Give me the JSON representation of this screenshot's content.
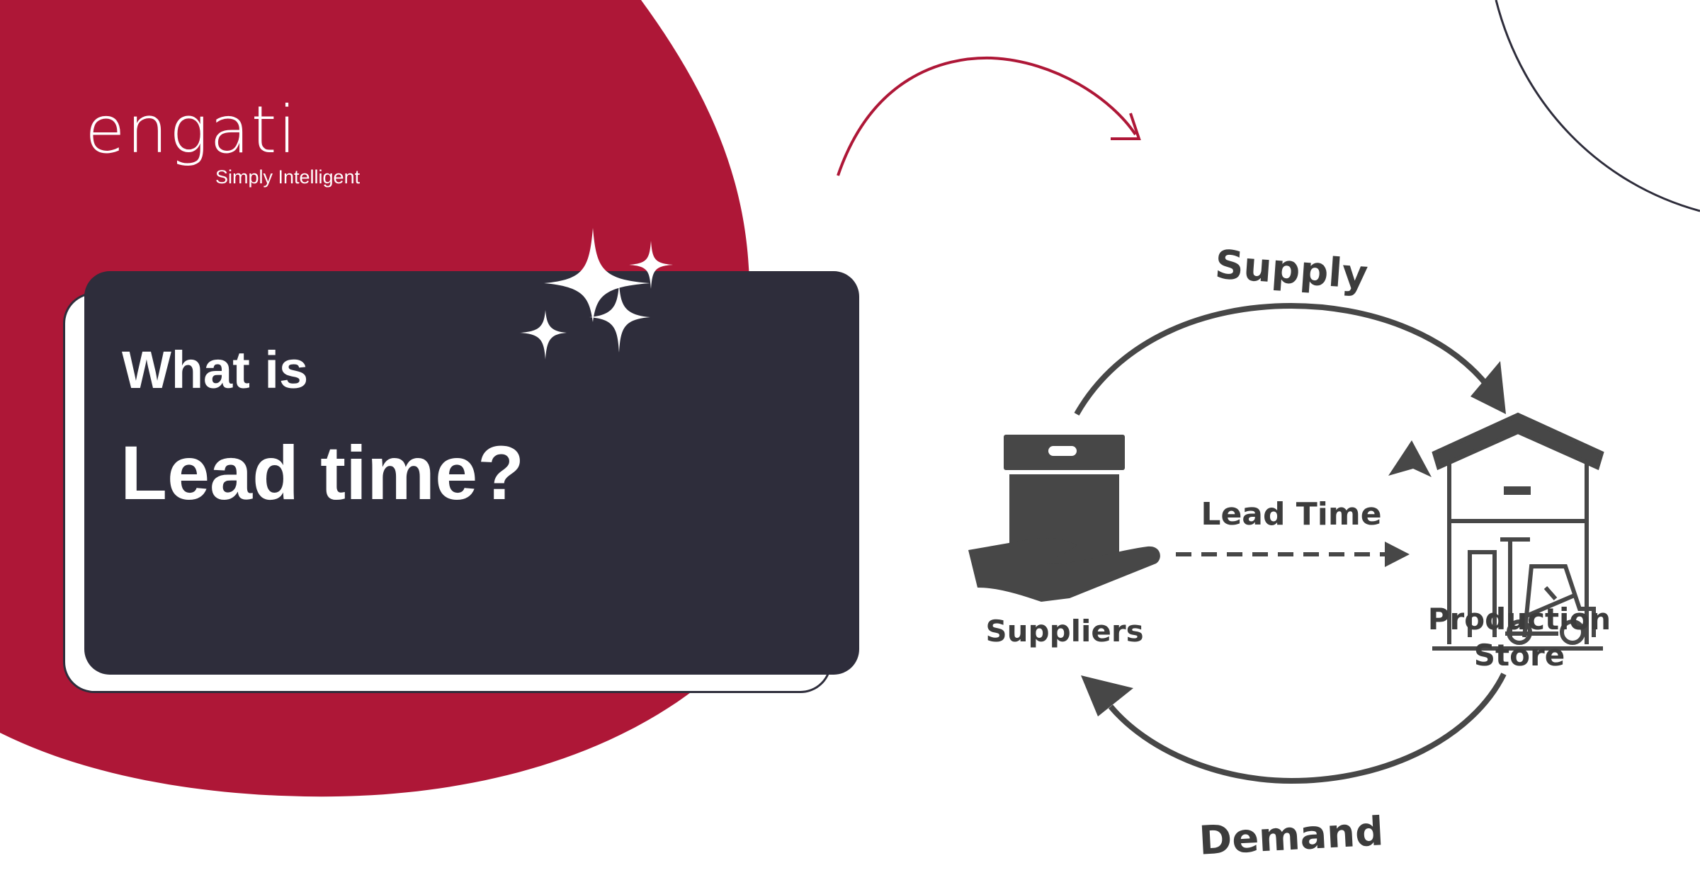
{
  "brand": {
    "logo_text": "engati",
    "tagline": "Simply Intelligent"
  },
  "headline": {
    "line1": "What is",
    "line2": "Lead time?"
  },
  "diagram": {
    "supply_label": "Supply",
    "demand_label": "Demand",
    "lead_time_label": "Lead Time",
    "suppliers_label": "Suppliers",
    "production_label_line1": "Production",
    "production_label_line2": "Store"
  },
  "colors": {
    "brand_red": "#ae1737",
    "card_dark": "#2e2d3b",
    "diagram_gray": "#474747"
  }
}
